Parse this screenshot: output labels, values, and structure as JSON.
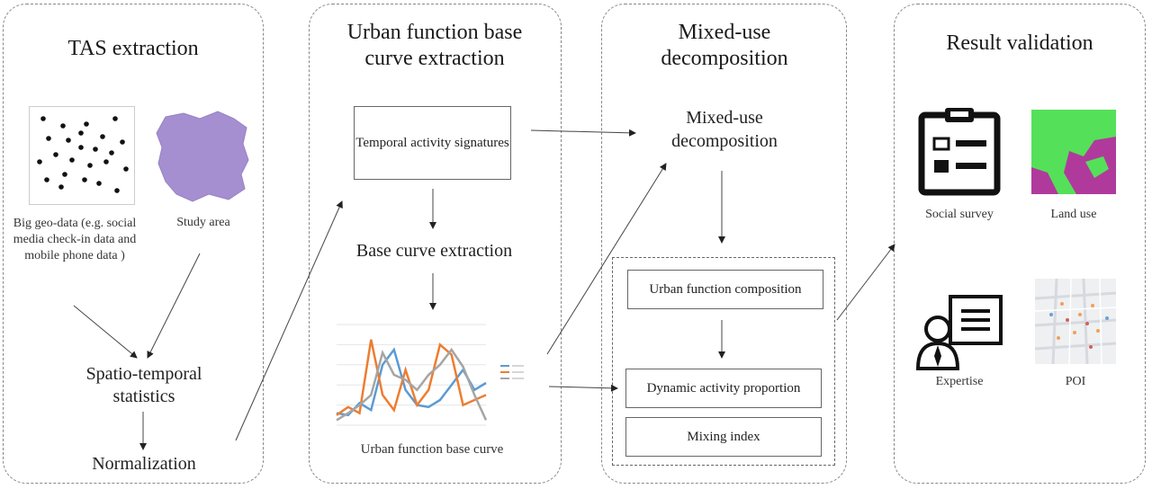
{
  "panels": {
    "tas": {
      "title": "TAS extraction",
      "big_geo_data": "Big geo-data (e.g. social media check-in data and mobile phone data )",
      "study_area": "Study area",
      "spatio_temporal": "Spatio-temporal statistics",
      "normalization": "Normalization"
    },
    "base_curve": {
      "title": "Urban function base curve extraction",
      "signatures_box": "Temporal activity signatures",
      "extraction": "Base curve extraction",
      "curve_caption": "Urban function base curve"
    },
    "mixed_use": {
      "title": "Mixed-use decomposition",
      "decomposition": "Mixed-use decomposition",
      "composition_box": "Urban function composition",
      "proportion_box": "Dynamic activity proportion",
      "mixing_box": "Mixing index"
    },
    "validation": {
      "title": "Result validation",
      "social_survey": "Social survey",
      "land_use": "Land use",
      "expertise": "Expertise",
      "poi": "POI"
    }
  },
  "colors": {
    "border": "#888888",
    "line_blue": "#5b9bd5",
    "line_orange": "#ed7d31",
    "line_gray": "#a5a5a5",
    "study_area": "#a58fd0",
    "land_use_green": "#55e05a",
    "land_use_magenta": "#b03a9c"
  },
  "chart_data": {
    "type": "line",
    "series": [
      {
        "values": [
          0.12,
          0.1,
          0.22,
          0.15,
          0.6,
          0.75,
          0.35,
          0.2,
          0.18,
          0.25,
          0.4,
          0.55,
          0.35,
          0.42
        ]
      },
      {
        "values": [
          0.1,
          0.18,
          0.12,
          0.85,
          0.3,
          0.15,
          0.55,
          0.2,
          0.35,
          0.8,
          0.7,
          0.2,
          0.25,
          0.3
        ]
      },
      {
        "values": [
          0.05,
          0.12,
          0.2,
          0.3,
          0.72,
          0.5,
          0.45,
          0.35,
          0.5,
          0.6,
          0.75,
          0.58,
          0.3,
          0.05
        ]
      }
    ]
  }
}
